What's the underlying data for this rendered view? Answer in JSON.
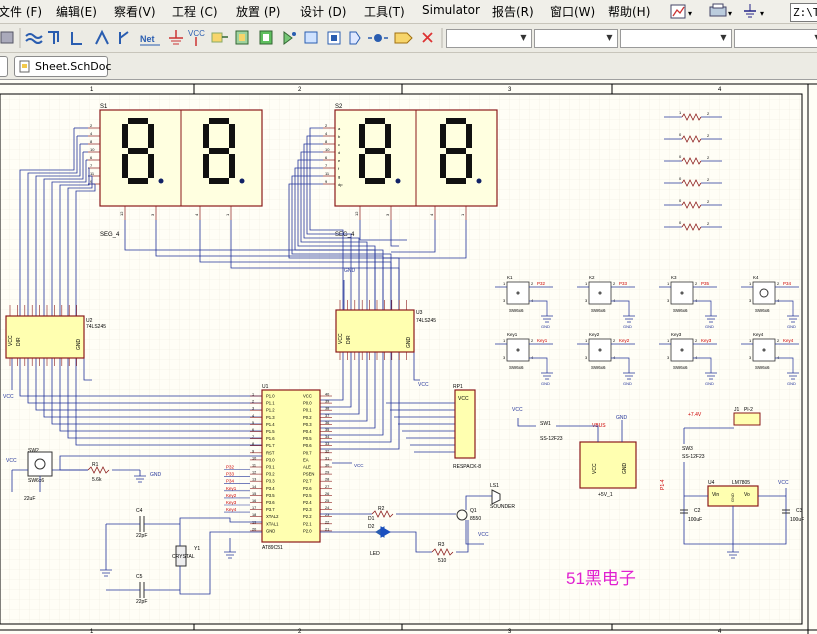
{
  "menu": {
    "items": [
      "文件 (F)",
      "编辑(E)",
      "察看(V)",
      "工程 (C)",
      "放置 (P)",
      "设计 (D)",
      "工具(T)",
      "Simulator",
      "报告(R)",
      "窗口(W)",
      "帮助(H)"
    ],
    "path_text": "Z:\\T"
  },
  "tabs": {
    "active": "Sheet.SchDoc"
  },
  "toolbar": {
    "vcc_label": "VCC",
    "net_label": "Net"
  },
  "schematic": {
    "border_numbers_top": [
      "1",
      "2",
      "3",
      "4"
    ],
    "border_numbers_bottom": [
      "1",
      "2",
      "3",
      "4"
    ],
    "s1": {
      "ref": "S1",
      "name": "SEG_4",
      "pins_left": [
        "2",
        "4",
        "8",
        "10",
        "6",
        "7",
        "11",
        "9"
      ],
      "pins_bottom": [
        "12",
        "3",
        "4",
        "1"
      ]
    },
    "s2": {
      "ref": "S2",
      "name": "SEG_4",
      "pins_left": [
        "2",
        "4",
        "8",
        "10",
        "6",
        "7",
        "11",
        "9"
      ],
      "letters": [
        "a",
        "b",
        "c",
        "d",
        "e",
        "f",
        "g",
        "dp"
      ]
    },
    "u2": {
      "ref": "U2",
      "name": "74LS245",
      "labels": [
        "VCC",
        "DIR",
        "GND"
      ]
    },
    "u3": {
      "ref": "U3",
      "name": "74LS245",
      "labels": [
        "VCC",
        "DIR",
        "GND"
      ]
    },
    "u1": {
      "ref": "U1",
      "name": "AT89C51",
      "left_pins": [
        "P1.0",
        "P1.1",
        "P1.2",
        "P1.3",
        "P1.4",
        "P1.5",
        "P1.6",
        "P1.7",
        "RST",
        "P3.0",
        "P3.1",
        "P3.2",
        "P3.3",
        "P3.4",
        "P3.5",
        "P3.6",
        "P3.7",
        "XTAL2",
        "XTAL1",
        "GND"
      ],
      "left_nums": [
        "1",
        "2",
        "3",
        "4",
        "5",
        "6",
        "7",
        "8",
        "9",
        "10",
        "11",
        "12",
        "13",
        "14",
        "15",
        "16",
        "17",
        "18",
        "19",
        "20"
      ],
      "right_pins": [
        "VCC",
        "P0.0",
        "P0.1",
        "P0.2",
        "P0.3",
        "P0.4",
        "P0.5",
        "P0.6",
        "P0.7",
        "EA",
        "ALE",
        "PSEN",
        "P2.7",
        "P2.6",
        "P2.5",
        "P2.4",
        "P2.3",
        "P2.2",
        "P2.1",
        "P2.0"
      ],
      "right_nums": [
        "40",
        "39",
        "38",
        "37",
        "36",
        "35",
        "34",
        "33",
        "32",
        "31",
        "30",
        "29",
        "28",
        "27",
        "26",
        "25",
        "24",
        "23",
        "22",
        "21"
      ],
      "net_labels": [
        "P32",
        "P33",
        "P34",
        "Key1",
        "Key2",
        "Key3",
        "Key4"
      ]
    },
    "rp1": {
      "ref": "RP1",
      "name": "RESPACK-8",
      "vcc": "VCC"
    },
    "switches": {
      "top": [
        {
          "ref": "K1",
          "net": "P32",
          "type": "SW6x6"
        },
        {
          "ref": "K2",
          "net": "P33",
          "type": "SW6x6"
        },
        {
          "ref": "K3",
          "net": "P35",
          "type": "SW6x6"
        },
        {
          "ref": "K4",
          "net": "P34",
          "type": "SW6x6"
        }
      ],
      "bottom": [
        {
          "ref": "Key1",
          "net": "Key1",
          "type": "SW6x6"
        },
        {
          "ref": "Key2",
          "net": "Key2",
          "type": "SW6x6"
        },
        {
          "ref": "Key3",
          "net": "Key3",
          "type": "SW6x6"
        },
        {
          "ref": "Key4",
          "net": "Key4",
          "type": "SW6x6"
        }
      ],
      "pins": [
        "1",
        "2",
        "3",
        "4"
      ]
    },
    "resistors_right": [
      {
        "left": "1",
        "right": "2"
      },
      {
        "left": "0",
        "right": "2"
      },
      {
        "left": "0",
        "right": "2"
      },
      {
        "left": "0",
        "right": "2"
      },
      {
        "left": "0",
        "right": "2"
      },
      {
        "left": "0",
        "right": "2"
      }
    ],
    "reset": {
      "ref": "SW2",
      "type": "SW6x6",
      "cap": "22uF",
      "r1": "R1",
      "r1_val": "5.6k",
      "vcc": "VCC"
    },
    "crystal": {
      "c4": "C4",
      "c4_val": "22pF",
      "c5": "C5",
      "c5_val": "22pF",
      "y1": "Y1",
      "name": "CRYSTAL"
    },
    "buzzer": {
      "ls1": "LS1",
      "name": "SOUNDER",
      "q1": "Q1",
      "q1_val": "8550",
      "r2": "R2",
      "r3": "R3",
      "r3_val": "510",
      "d1": "D1",
      "d2": "D2",
      "led": "LED",
      "vcc": "VCC"
    },
    "power": {
      "sw1": "SW1",
      "sw1_type": "SS-12F23",
      "vbus": "VBUS",
      "p1_val": "+5V_1",
      "p1_labels": [
        "VCC",
        "GND"
      ],
      "gnd": "GND",
      "vcc": "VCC",
      "j1": "J1",
      "j1_type": "Pl-2",
      "plus": "+7.4V",
      "sw3": "SW3",
      "sw3_type": "SS-12F23",
      "u4": "U4",
      "u4_name": "LM7805",
      "vin": "Vin",
      "vo": "Vo",
      "gnd_pin": "GND",
      "c2": "C2",
      "c2_val": "100uF",
      "c3": "C3",
      "c3_val": "100uF",
      "p1": "P1-4"
    },
    "gnd": "GND",
    "vcc": "VCC",
    "watermark": "51黑电子"
  }
}
